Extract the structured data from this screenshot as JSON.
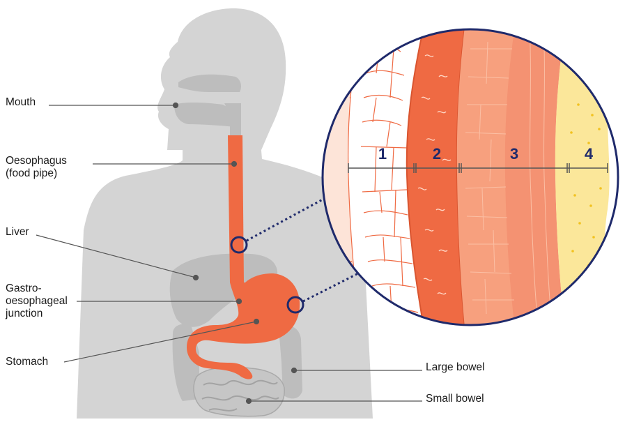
{
  "labels": {
    "mouth": "Mouth",
    "oesophagus_1": "Oesophagus",
    "oesophagus_2": "(food pipe)",
    "liver": "Liver",
    "gej_1": "Gastro-",
    "gej_2": "oesophageal",
    "gej_3": "junction",
    "stomach": "Stomach",
    "large_bowel": "Large bowel",
    "small_bowel": "Small bowel"
  },
  "layers": {
    "layer_1": "1",
    "layer_2": "2",
    "layer_3": "3",
    "layer_4": "4"
  },
  "colors": {
    "body": "#d4d4d4",
    "organ_grey": "#bdbdbd",
    "digestive_orange": "#ef6a43",
    "magnifier_border": "#1f2a6b",
    "layer_mucosa": "#fde4d8",
    "layer_submucosa": "#ef6a43",
    "layer_muscle": "#f7a07e",
    "layer_adventitia": "#fbe79a"
  }
}
